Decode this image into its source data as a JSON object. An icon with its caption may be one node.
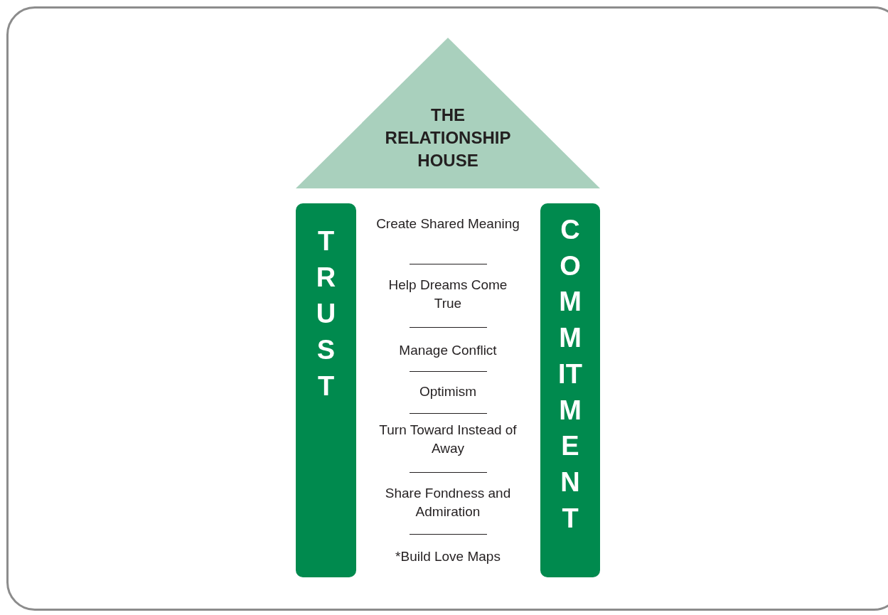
{
  "diagram": {
    "nodes": [
      {
        "text": [
          "THE RELATIONSHIP HOUSE"
        ]
      },
      {
        "text": [
          "TRUST"
        ]
      },
      {
        "text": [
          "COMMITMENT"
        ]
      }
    ],
    "labels": [
      "Create Shared Meaning",
      "Help Dreams Come True",
      "Manage Conflict",
      "Optimism",
      "Turn Toward Instead of Away",
      "Share Fondness and Admiration",
      "*Build Love Maps"
    ]
  }
}
